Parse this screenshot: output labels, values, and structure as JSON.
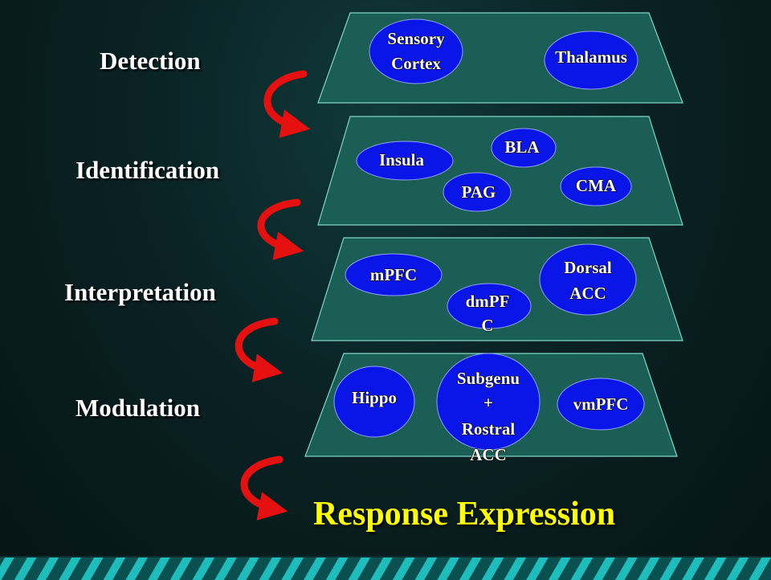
{
  "stages": [
    {
      "label": "Detection",
      "regions": [
        {
          "name": "sensory-cortex",
          "lines": [
            "Sensory",
            "Cortex"
          ]
        },
        {
          "name": "thalamus",
          "lines": [
            "Thalamus"
          ]
        }
      ]
    },
    {
      "label": "Identification",
      "regions": [
        {
          "name": "insula",
          "lines": [
            "Insula"
          ]
        },
        {
          "name": "bla",
          "lines": [
            "BLA"
          ]
        },
        {
          "name": "pag",
          "lines": [
            "PAG"
          ]
        },
        {
          "name": "cma",
          "lines": [
            "CMA"
          ]
        }
      ]
    },
    {
      "label": "Interpretation",
      "regions": [
        {
          "name": "mpfc",
          "lines": [
            "mPFC"
          ]
        },
        {
          "name": "dmpfc",
          "lines": [
            "dmPF",
            "C"
          ]
        },
        {
          "name": "dorsal-acc",
          "lines": [
            "Dorsal",
            "ACC"
          ]
        }
      ]
    },
    {
      "label": "Modulation",
      "regions": [
        {
          "name": "hippo",
          "lines": [
            "Hippo"
          ]
        },
        {
          "name": "subgenu-rostral-acc",
          "lines": [
            "Subgenu",
            "+",
            "Rostral",
            "ACC"
          ]
        },
        {
          "name": "vmpfc",
          "lines": [
            "vmPFC"
          ]
        }
      ]
    }
  ],
  "response": "Response Expression",
  "colors": {
    "plane": "#1a5e55",
    "region": "#0a16e8",
    "arrow": "#e51010",
    "response": "#ffff00"
  }
}
